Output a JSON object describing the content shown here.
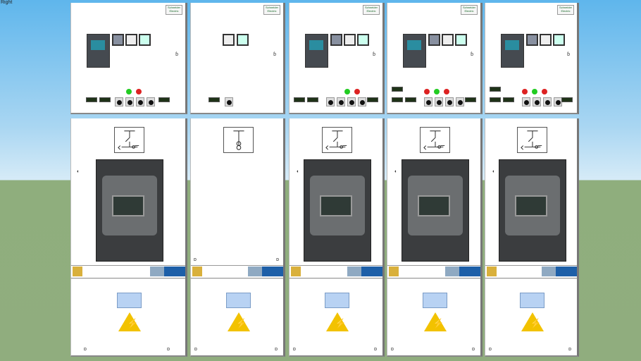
{
  "view_label": "Right",
  "brand_logo": "Schneider Electric",
  "colors": {
    "sky": "#5fb6ec",
    "ground": "#8fae7d",
    "lamp_green": "#22cc22",
    "lamp_red": "#dd2222",
    "warning": "#f2c200"
  },
  "panels": [
    {
      "type": "feeder",
      "lamps": [
        "green",
        "red"
      ],
      "switches": 4,
      "sld": "breaker",
      "sepam": true
    },
    {
      "type": "metering",
      "lamps": [],
      "switches": 1,
      "sld": "vt",
      "sepam": false
    },
    {
      "type": "feeder",
      "lamps": [
        "green",
        "red"
      ],
      "switches": 4,
      "sld": "breaker",
      "sepam": true
    },
    {
      "type": "incomer",
      "lamps": [
        "red",
        "green",
        "red"
      ],
      "switches": 4,
      "sld": "breaker",
      "sepam": true
    },
    {
      "type": "incomer",
      "lamps": [
        "red",
        "green",
        "red"
      ],
      "switches": 4,
      "sld": "breaker",
      "sepam": true
    }
  ]
}
